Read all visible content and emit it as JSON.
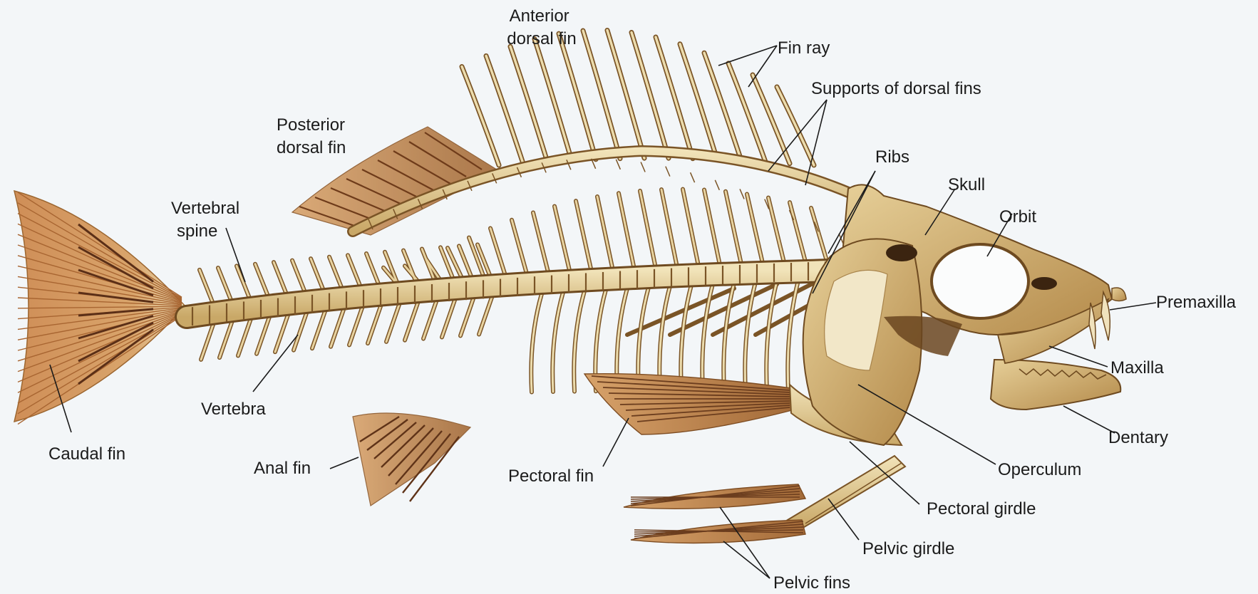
{
  "labels": {
    "anterior_dorsal_fin": [
      "Anterior",
      "dorsal fin"
    ],
    "fin_ray": "Fin ray",
    "supports_of_dorsal_fins": "Supports of dorsal fins",
    "posterior_dorsal_fin": [
      "Posterior",
      "dorsal fin"
    ],
    "ribs": "Ribs",
    "skull": "Skull",
    "orbit": "Orbit",
    "vertebral_spine": [
      "Vertebral",
      "spine"
    ],
    "premaxilla": "Premaxilla",
    "maxilla": "Maxilla",
    "dentary": "Dentary",
    "vertebra": "Vertebra",
    "caudal_fin": "Caudal fin",
    "anal_fin": "Anal fin",
    "pectoral_fin": "Pectoral fin",
    "operculum": "Operculum",
    "pectoral_girdle": "Pectoral girdle",
    "pelvic_girdle": "Pelvic girdle",
    "pelvic_fins": "Pelvic fins"
  },
  "colors": {
    "bone": "#dcc188",
    "bone_light": "#efe0b6",
    "bone_shadow": "#8f6a33",
    "fin_membrane": "#c7955a",
    "fin_dark": "#6b3d1e",
    "caudal_ray": "#c98a52",
    "background": "#f3f6f8"
  }
}
